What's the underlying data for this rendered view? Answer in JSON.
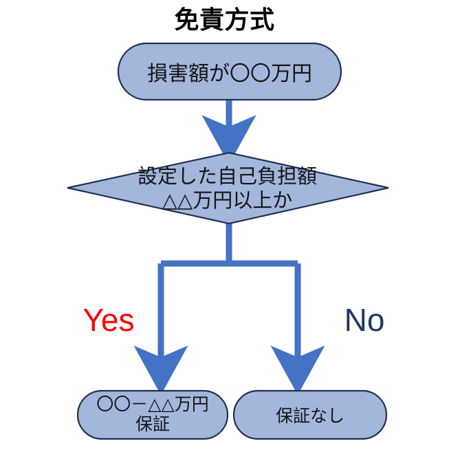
{
  "title": "免責方式",
  "colors": {
    "node_fill": "#A3B6DC",
    "node_stroke": "#1F3150",
    "connector": "#4472C4",
    "yes_label": "#FF0000",
    "no_label": "#1F3864",
    "title_text": "#000000",
    "node_text": "#141414",
    "background": "#FFFFFF"
  },
  "nodes": {
    "start": {
      "shape": "rounded-rectangle",
      "label": "損害額が〇〇万円"
    },
    "decision": {
      "shape": "diamond",
      "label": "設定した自己負担額\n△△万円以上か"
    },
    "outcome_yes": {
      "shape": "rounded-rectangle",
      "label": "〇〇－△△万円\n保証"
    },
    "outcome_no": {
      "shape": "rounded-rectangle",
      "label": "保証なし"
    }
  },
  "branch_labels": {
    "yes": "Yes",
    "no": "No"
  },
  "connectors": [
    {
      "name": "start-to-decision",
      "from": "start",
      "to": "decision",
      "style": "arrow-down"
    },
    {
      "name": "decision-to-yes",
      "from": "decision",
      "to": "outcome_yes",
      "style": "elbow-arrow-left"
    },
    {
      "name": "decision-to-no",
      "from": "decision",
      "to": "outcome_no",
      "style": "elbow-arrow-right"
    }
  ]
}
